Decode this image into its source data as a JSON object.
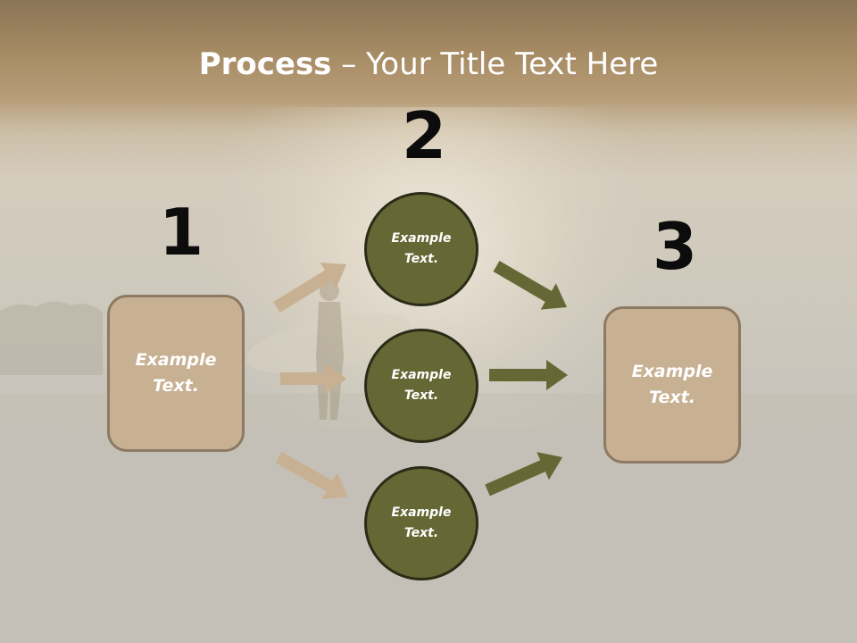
{
  "title": {
    "bold": "Process",
    "rest": " – Your Title Text Here"
  },
  "steps": {
    "one": "1",
    "two": "2",
    "three": "3"
  },
  "boxes": {
    "left": "Example\nText.",
    "right": "Example\nText."
  },
  "circles": {
    "top": "Example\nText.",
    "middle": "Example\nText.",
    "bottom": "Example\nText."
  },
  "colors": {
    "box_fill": "#c8b092",
    "circle_fill": "#656834",
    "arrow_light": "#c8b092",
    "arrow_dark": "#656834"
  }
}
